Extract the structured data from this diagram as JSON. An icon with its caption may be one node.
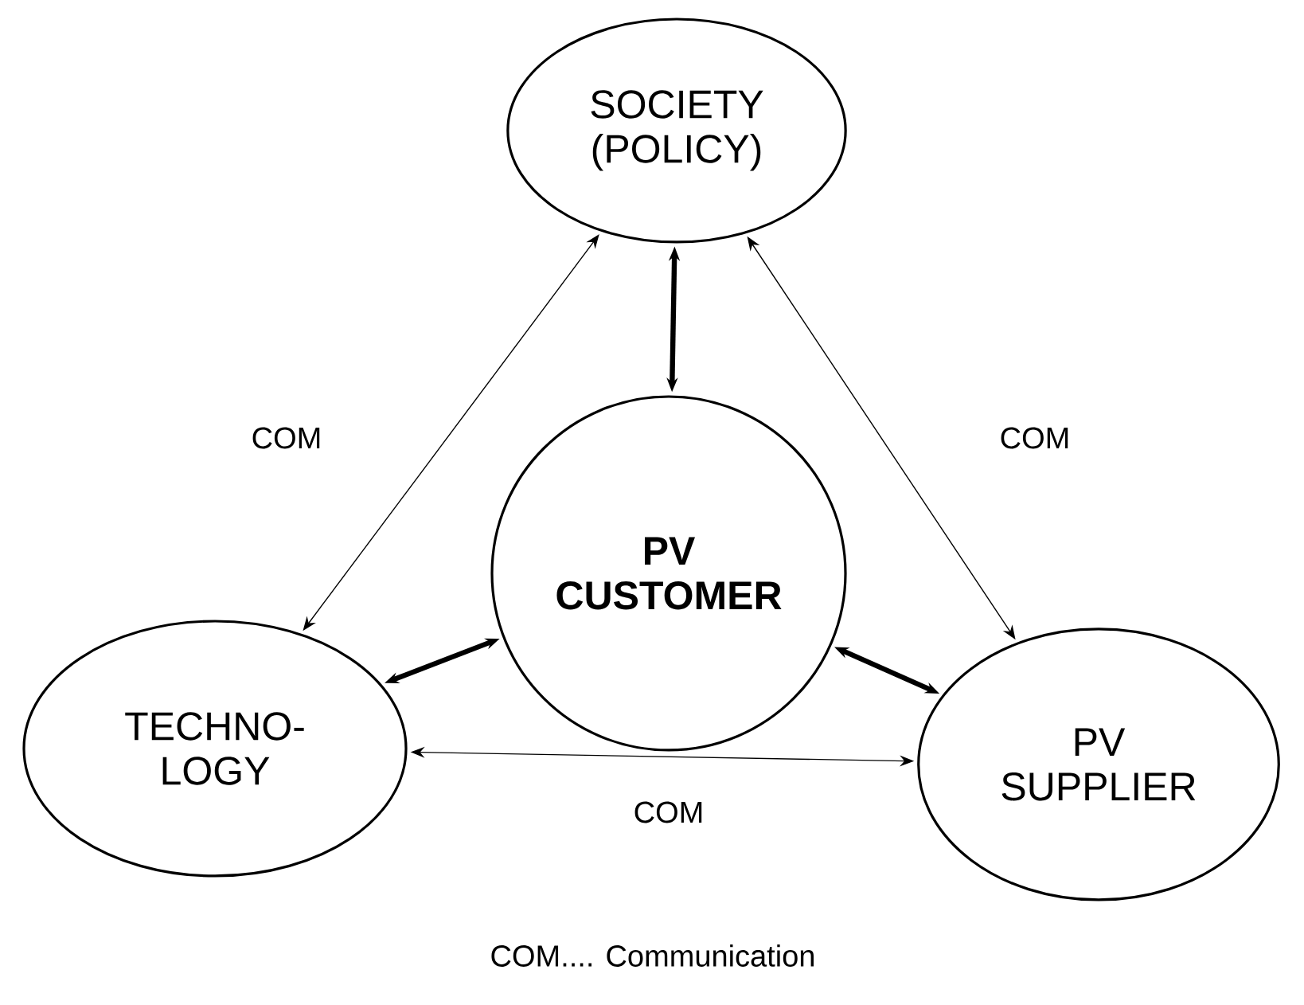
{
  "diagram": {
    "nodes": [
      {
        "text": [
          "SOCIETY (POLICY)"
        ]
      },
      {
        "text": [
          "PV CUSTOMER"
        ]
      },
      {
        "text": [
          "TECHNO- LOGY"
        ]
      },
      {
        "text": [
          "PV SUPPLIER"
        ]
      }
    ],
    "edges": [
      {
        "from": 0,
        "to": 1,
        "arrow": "both",
        "style": "thick"
      },
      {
        "from": 0,
        "to": 2,
        "arrow": "both",
        "label": "COM"
      },
      {
        "from": 0,
        "to": 3,
        "arrow": "both",
        "label": "COM"
      },
      {
        "from": 1,
        "to": 2,
        "arrow": "both",
        "style": "thick"
      },
      {
        "from": 1,
        "to": 3,
        "arrow": "both",
        "style": "thick"
      },
      {
        "from": 2,
        "to": 3,
        "arrow": "both",
        "label": "COM"
      }
    ],
    "labels": [
      "COM.... Communication"
    ]
  }
}
